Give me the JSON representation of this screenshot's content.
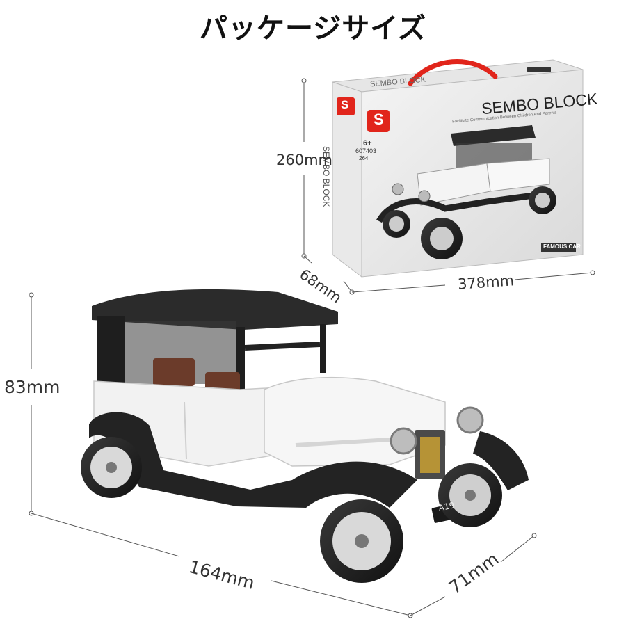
{
  "title": "パッケージサイズ",
  "package": {
    "brand": "SEMBO BLOCK",
    "tagline": "Facilitate Communication Between Children And Parents",
    "logo_letter": "S",
    "age": "6+",
    "model_no": "607403",
    "pieces": "264",
    "series": "FAMOUS CAR",
    "height": "260mm",
    "depth": "68mm",
    "width": "378mm"
  },
  "car": {
    "height": "83mm",
    "length": "164mm",
    "width": "71mm",
    "plate": "A19"
  },
  "colors": {
    "brand_red": "#e1251b",
    "roof_black": "#2b2b2b",
    "body_white": "#f2f2f2"
  }
}
